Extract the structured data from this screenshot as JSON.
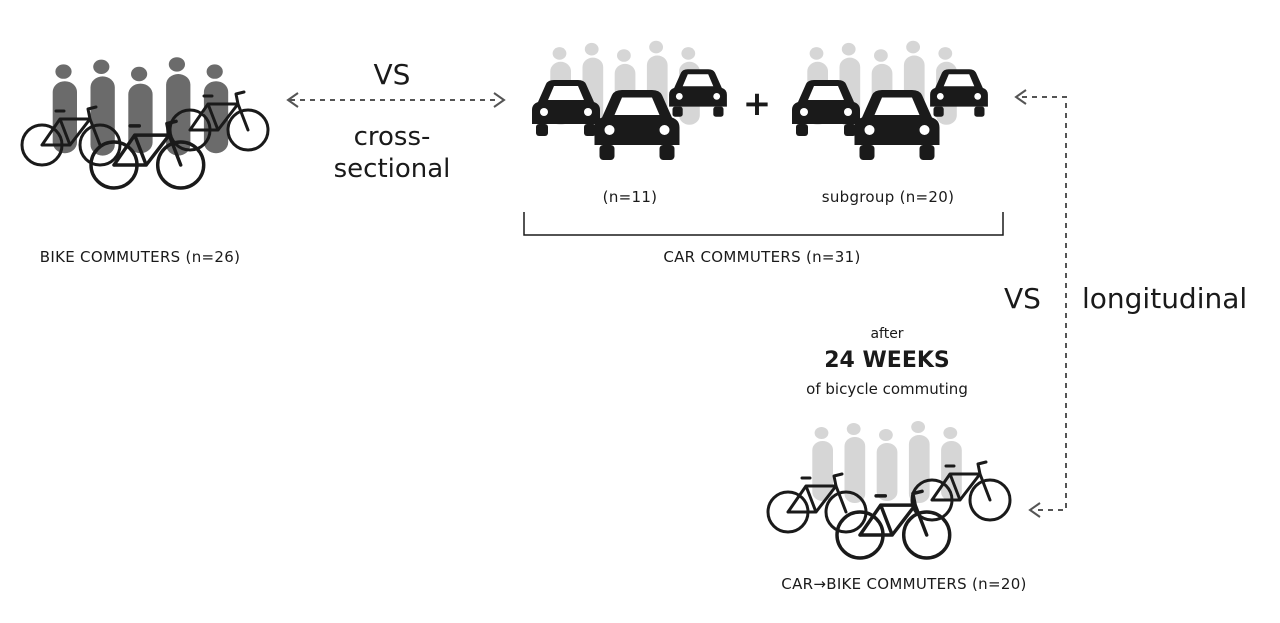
{
  "groups": {
    "bike": {
      "label": "BIKE COMMUTERS (n=26)"
    },
    "car_11": {
      "label": "(n=11)"
    },
    "car_subgroup": {
      "label": "subgroup (n=20)"
    },
    "car_all": {
      "label": "CAR COMMUTERS (n=31)"
    },
    "car_to_bike": {
      "label": "CAR→BIKE COMMUTERS (n=20)"
    }
  },
  "comparisons": {
    "cross": {
      "vs": "VS",
      "line1": "cross-",
      "line2": "sectional"
    },
    "longitudinal": {
      "vs": "VS",
      "label": "longitudinal"
    }
  },
  "plus_sign": "+",
  "intervention": {
    "line1": "after",
    "line2": "24 WEEKS",
    "line3": "of bicycle commuting"
  },
  "colors": {
    "ink": "#1a1a1a",
    "figure_dark": "#6b6b6b",
    "figure_light": "#d6d6d6",
    "dash": "#555555"
  },
  "icons": [
    "bicycle-icon",
    "car-icon",
    "people-silhouette-icon"
  ]
}
